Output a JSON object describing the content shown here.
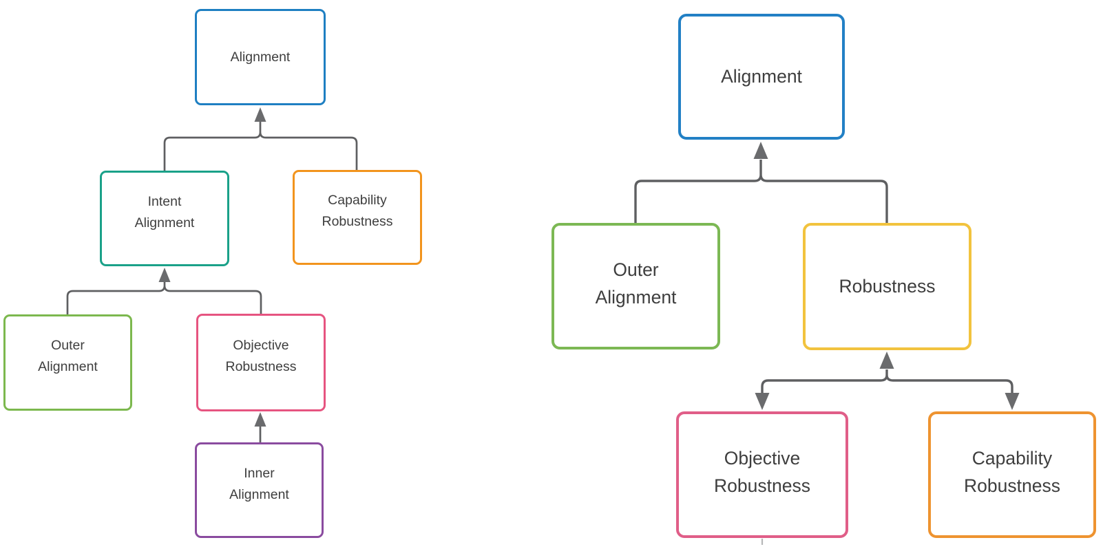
{
  "page": {
    "background_color": "#ffffff"
  },
  "palette": {
    "connector_line": "#5e5f61",
    "arrowhead": "#6a6b6d",
    "node_text": "#3e3e3e",
    "node_background": "#ffffff"
  },
  "diagrams": {
    "left": {
      "nodes": {
        "alignment": {
          "label": "Alignment",
          "border_color": "#1e7fc2"
        },
        "intent_alignment": {
          "label": "Intent\nAlignment",
          "border_color": "#1aa189"
        },
        "capability_robustness": {
          "label": "Capability\nRobustness",
          "border_color": "#f2941d"
        },
        "outer_alignment": {
          "label": "Outer\nAlignment",
          "border_color": "#7cb84e"
        },
        "objective_robustness": {
          "label": "Objective\nRobustness",
          "border_color": "#e65480"
        },
        "inner_alignment": {
          "label": "Inner\nAlignment",
          "border_color": "#8a4b9f"
        }
      },
      "edges": [
        {
          "from": "intent_alignment",
          "to": "alignment",
          "arrowhead_at": "alignment"
        },
        {
          "from": "capability_robustness",
          "to": "alignment",
          "arrowhead_at": "alignment"
        },
        {
          "from": "outer_alignment",
          "to": "intent_alignment",
          "arrowhead_at": "intent_alignment"
        },
        {
          "from": "objective_robustness",
          "to": "intent_alignment",
          "arrowhead_at": "intent_alignment"
        },
        {
          "from": "inner_alignment",
          "to": "objective_robustness",
          "arrowhead_at": "objective_robustness"
        }
      ]
    },
    "right": {
      "nodes": {
        "alignment": {
          "label": "Alignment",
          "border_color": "#2280c5"
        },
        "outer_alignment": {
          "label": "Outer\nAlignment",
          "border_color": "#7cb854"
        },
        "robustness": {
          "label": "Robustness",
          "border_color": "#f2c33e"
        },
        "objective_robustness": {
          "label": "Objective\nRobustness",
          "border_color": "#e05e88"
        },
        "capability_robustness": {
          "label": "Capability\nRobustness",
          "border_color": "#ee9330"
        }
      },
      "edges": [
        {
          "from": "outer_alignment",
          "to": "alignment",
          "arrowhead_at": "alignment"
        },
        {
          "from": "robustness",
          "to": "alignment",
          "arrowhead_at": "alignment"
        },
        {
          "from": "objective_robustness",
          "to": "robustness",
          "arrowhead_at": "both"
        },
        {
          "from": "capability_robustness",
          "to": "robustness",
          "arrowhead_at": "both"
        }
      ],
      "truncated_connector_below": "objective_robustness"
    }
  }
}
